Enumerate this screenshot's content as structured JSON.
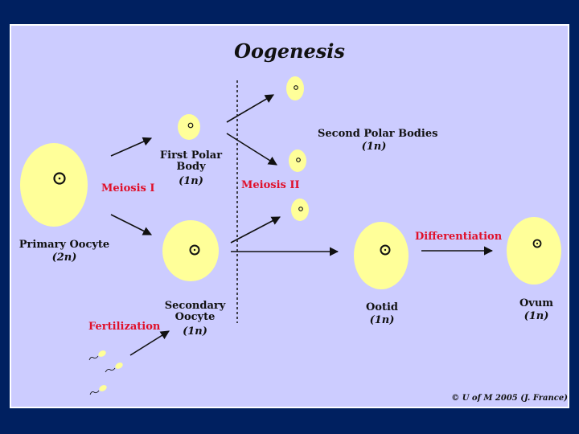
{
  "title": "Oogenesis",
  "cells": {
    "primary_oocyte": {
      "name": "Primary Oocyte",
      "ploidy": "(2n)"
    },
    "first_polar_body": {
      "name": "First Polar\nBody",
      "ploidy": "(1n)"
    },
    "secondary_oocyte": {
      "name": "Secondary\nOocyte",
      "ploidy": "(1n)"
    },
    "second_polar_bodies": {
      "name": "Second Polar Bodies",
      "ploidy": "(1n)"
    },
    "ootid": {
      "name": "Ootid",
      "ploidy": "(1n)"
    },
    "ovum": {
      "name": "Ovum",
      "ploidy": "(1n)"
    }
  },
  "processes": {
    "meiosis_1": "Meiosis I",
    "meiosis_2": "Meiosis II",
    "differentiation": "Differentiation",
    "fertilization": "Fertilization"
  },
  "copyright": "© U of M 2005 (J. France)",
  "colors": {
    "background": "#002060",
    "panel": "#ccccff",
    "cell": "#ffff99",
    "process_label": "#e0102a"
  }
}
